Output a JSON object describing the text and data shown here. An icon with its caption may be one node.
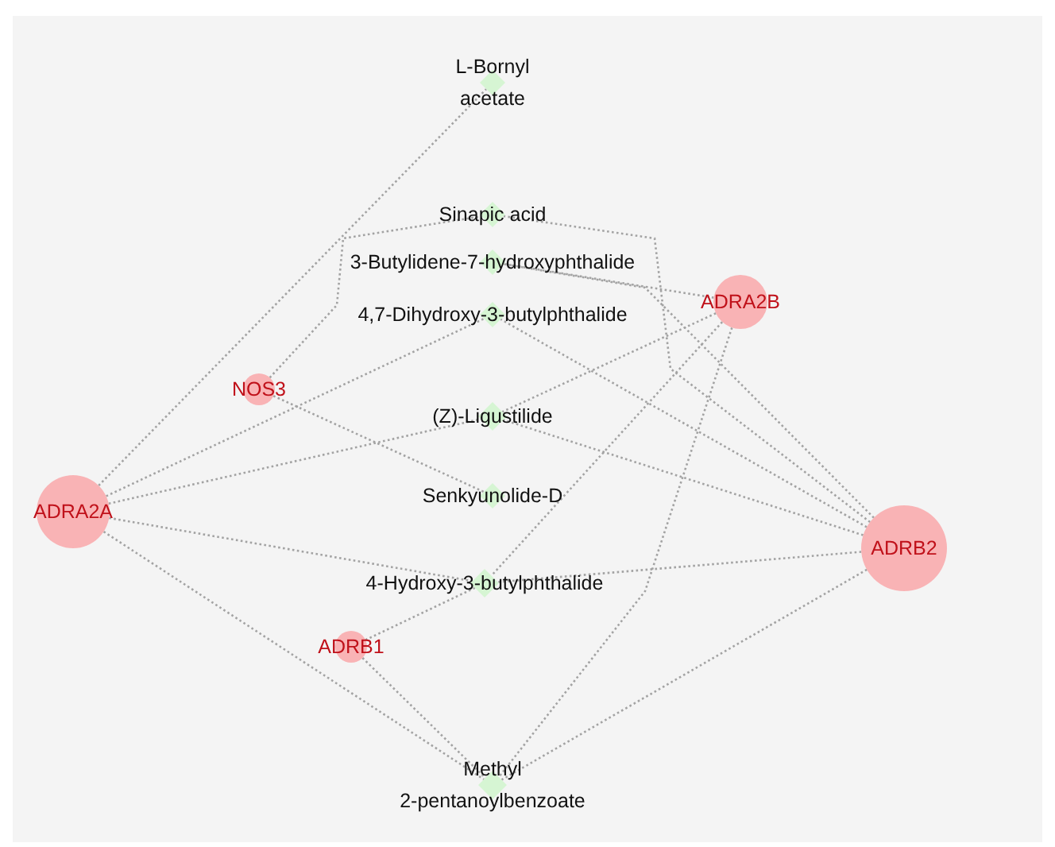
{
  "diagram": {
    "nodes": [
      {
        "text": [
          "L-Bornyl acetate"
        ]
      },
      {
        "text": [
          "Sinapic acid"
        ]
      },
      {
        "text": [
          "3-Butylidene-7-hydroxyphthalide"
        ]
      },
      {
        "text": [
          "4,7-Dihydroxy-3-butylphthalide"
        ]
      },
      {
        "text": [
          "NOS3"
        ]
      },
      {
        "text": [
          "(Z)-Ligustilide"
        ]
      },
      {
        "text": [
          "ADRA2B"
        ]
      },
      {
        "text": [
          "ADRA2A"
        ]
      },
      {
        "text": [
          "Senkyunolide-D"
        ]
      },
      {
        "text": [
          "ADRB2"
        ]
      },
      {
        "text": [
          "4-Hydroxy-3-butylphthalide"
        ]
      },
      {
        "text": [
          "ADRB1"
        ]
      },
      {
        "text": [
          "Methyl 2-pentanoylbenzoate"
        ]
      }
    ],
    "edges": [
      {
        "from": 7,
        "to": 0,
        "arrow": "none"
      },
      {
        "from": 4,
        "to": 1,
        "arrow": "none"
      },
      {
        "from": 7,
        "to": 3,
        "arrow": "none"
      },
      {
        "from": 7,
        "to": 5,
        "arrow": "none"
      },
      {
        "from": 4,
        "to": 8,
        "arrow": "none"
      },
      {
        "from": 7,
        "to": 10,
        "arrow": "none"
      },
      {
        "from": 7,
        "to": 12,
        "arrow": "none"
      },
      {
        "from": 11,
        "to": 10,
        "arrow": "none"
      },
      {
        "from": 11,
        "to": 12,
        "arrow": "none"
      },
      {
        "from": 6,
        "to": 2,
        "arrow": "none"
      },
      {
        "from": 6,
        "to": 5,
        "arrow": "none"
      },
      {
        "from": 6,
        "to": 10,
        "arrow": "none"
      },
      {
        "from": 6,
        "to": 12,
        "arrow": "none"
      },
      {
        "from": 9,
        "to": 1,
        "arrow": "none"
      },
      {
        "from": 9,
        "to": 2,
        "arrow": "none"
      },
      {
        "from": 9,
        "to": 3,
        "arrow": "none"
      },
      {
        "from": 9,
        "to": 5,
        "arrow": "none"
      },
      {
        "from": 9,
        "to": 10,
        "arrow": "none"
      },
      {
        "from": 9,
        "to": 12,
        "arrow": "none"
      }
    ]
  }
}
